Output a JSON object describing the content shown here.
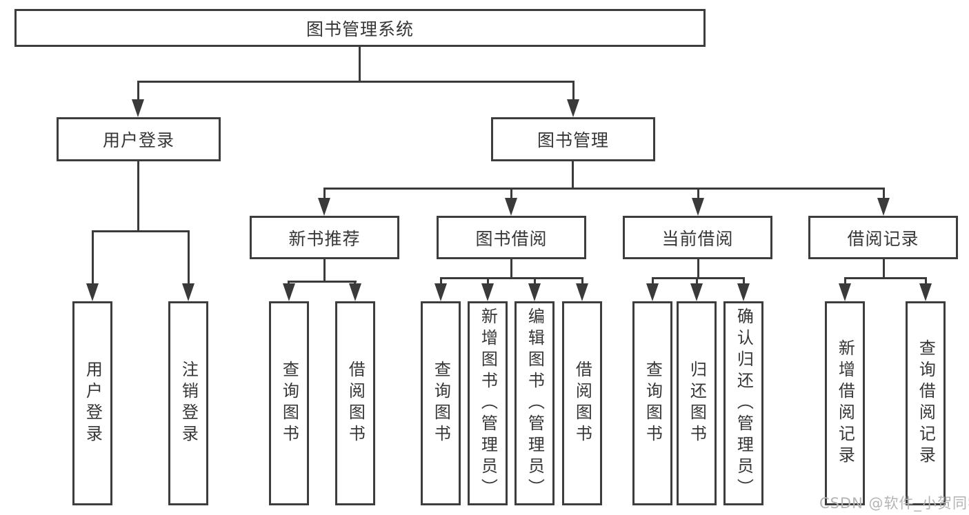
{
  "diagram": {
    "root": {
      "label": "图书管理系统"
    },
    "branches": [
      {
        "label": "用户登录",
        "children": [
          {
            "label": "用户登录"
          },
          {
            "label": "注销登录"
          }
        ]
      },
      {
        "label": "图书管理",
        "children": [
          {
            "label": "新书推荐",
            "children": [
              {
                "label": "查询图书"
              },
              {
                "label": "借阅图书"
              }
            ]
          },
          {
            "label": "图书借阅",
            "children": [
              {
                "label": "查询图书"
              },
              {
                "label": "新增图书（管理员）"
              },
              {
                "label": "编辑图书（管理员）"
              },
              {
                "label": "借阅图书"
              }
            ]
          },
          {
            "label": "当前借阅",
            "children": [
              {
                "label": "查询图书"
              },
              {
                "label": "归还图书"
              },
              {
                "label": "确认归还（管理员）"
              }
            ]
          },
          {
            "label": "借阅记录",
            "children": [
              {
                "label": "新增借阅记录"
              },
              {
                "label": "查询借阅记录"
              }
            ]
          }
        ]
      }
    ]
  },
  "watermark": {
    "text": "CSDN @软件_小贺同学"
  },
  "colors": {
    "line": "#3a3a3a",
    "border": "#3d3d3d",
    "text": "#363636",
    "watermark": "#b3b3b3",
    "background": "#ffffff"
  }
}
